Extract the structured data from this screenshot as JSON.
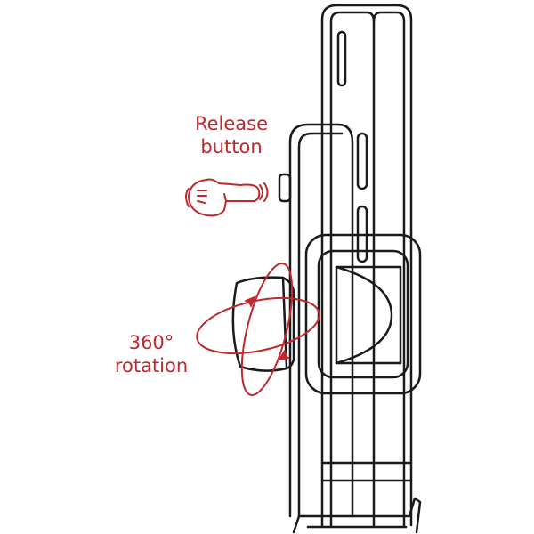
{
  "labels": {
    "release_line1": "Release",
    "release_line2": "button",
    "rotation_line1": "360°",
    "rotation_line2": "rotation"
  },
  "colors": {
    "accent": "#c0282d",
    "outline": "#1a1a1a"
  },
  "icons": [
    "pointing-hand-icon",
    "rotation-arrows-icon"
  ]
}
